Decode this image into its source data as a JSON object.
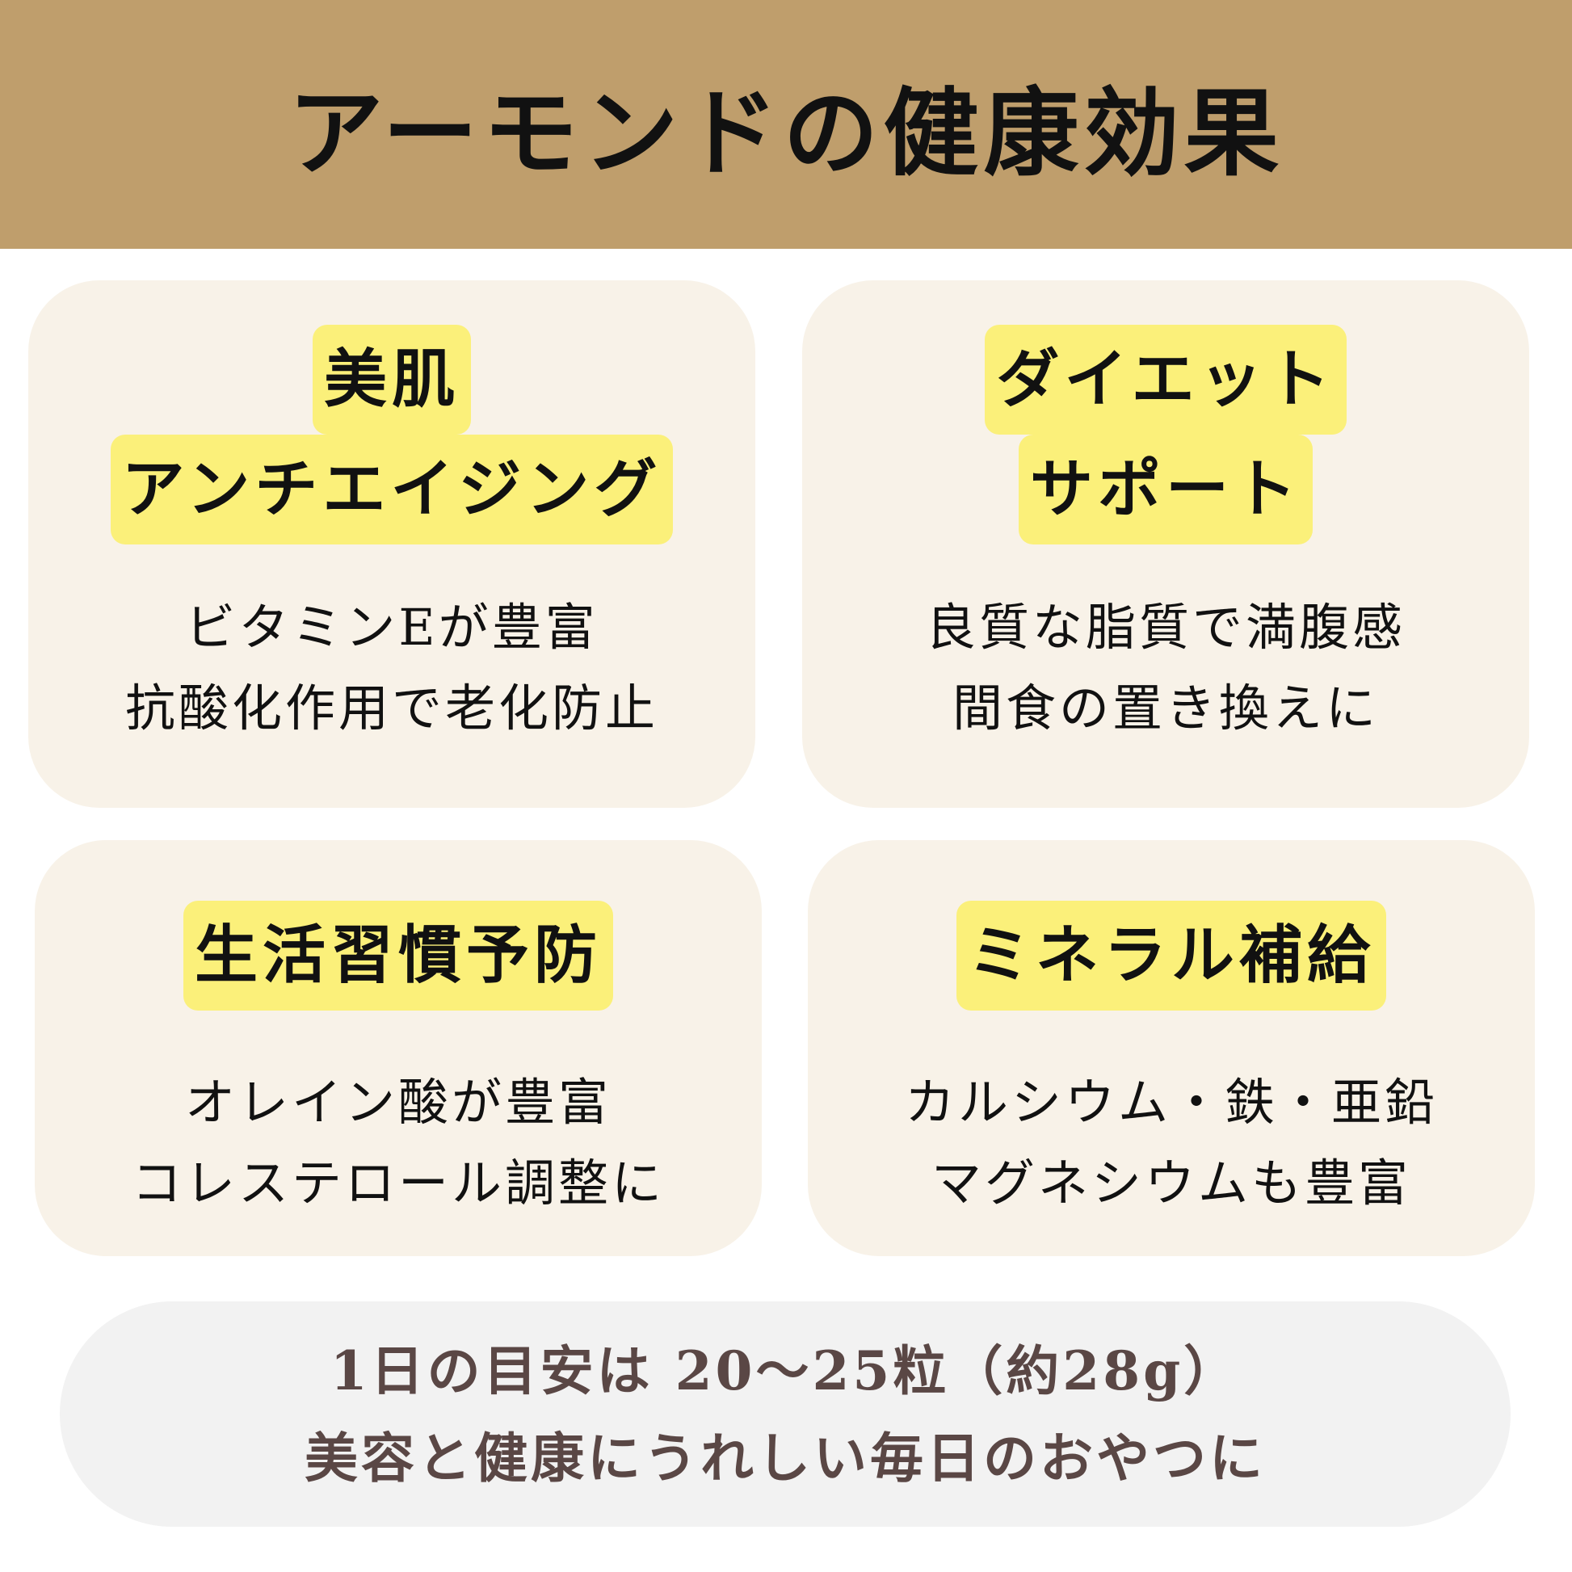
{
  "header": {
    "title": "アーモンドの健康効果"
  },
  "cards": [
    {
      "heading": [
        "美肌",
        "アンチエイジング"
      ],
      "body": [
        "ビタミンEが豊富",
        "抗酸化作用で老化防止"
      ]
    },
    {
      "heading": [
        "ダイエット",
        "サポート"
      ],
      "body": [
        "良質な脂質で満腹感",
        "間食の置き換えに"
      ]
    },
    {
      "heading": [
        "生活習慣予防"
      ],
      "body": [
        "オレイン酸が豊富",
        "コレステロール調整に"
      ]
    },
    {
      "heading": [
        "ミネラル補給"
      ],
      "body": [
        "カルシウム・鉄・亜鉛",
        "マグネシウムも豊富"
      ]
    }
  ],
  "footer": {
    "line1": "1日の目安は 20〜25粒（約28g）",
    "line2": "美容と健康にうれしい毎日のおやつに"
  },
  "colors": {
    "header_bg": "#BF9E6C",
    "card_bg": "#F8F2E8",
    "highlight": "#FBF07A",
    "footer_bg": "#F2F2F2",
    "footer_text": "#5A4745"
  }
}
